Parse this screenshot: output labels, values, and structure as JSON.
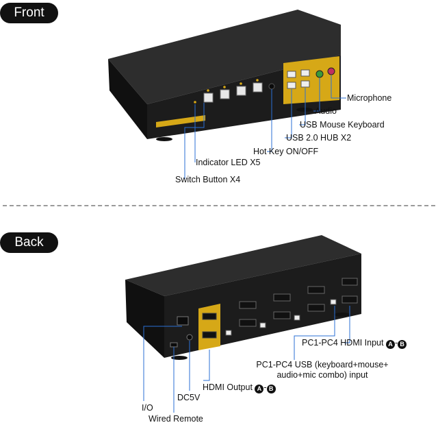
{
  "sections": {
    "front_label": "Front",
    "back_label": "Back"
  },
  "front_callouts": {
    "microphone": "Microphone",
    "audio": "Audio",
    "usb_mouse_keyboard": "USB Mouse Keyboard",
    "usb_hub": "USB 2.0 HUB X2",
    "hot_key": "Hot Key ON/OFF",
    "indicator_led": "Indicator LED X5",
    "switch_button": "Switch Button X4"
  },
  "back_callouts": {
    "hdmi_input": "PC1-PC4 HDMI Input",
    "usb_input_line1": "PC1-PC4 USB (keyboard+mouse+",
    "usb_input_line2": "audio+mic combo) input",
    "hdmi_output": "HDMI Output",
    "dc5v": "DC5V",
    "io": "I/O",
    "wired_remote": "Wired Remote"
  },
  "port_badges": {
    "a": "A",
    "b": "B"
  },
  "colors": {
    "device_body": "#1b1b1b",
    "device_top": "#2e2e2e",
    "accent_gold": "#d6a817",
    "pill_bg": "#111111"
  }
}
